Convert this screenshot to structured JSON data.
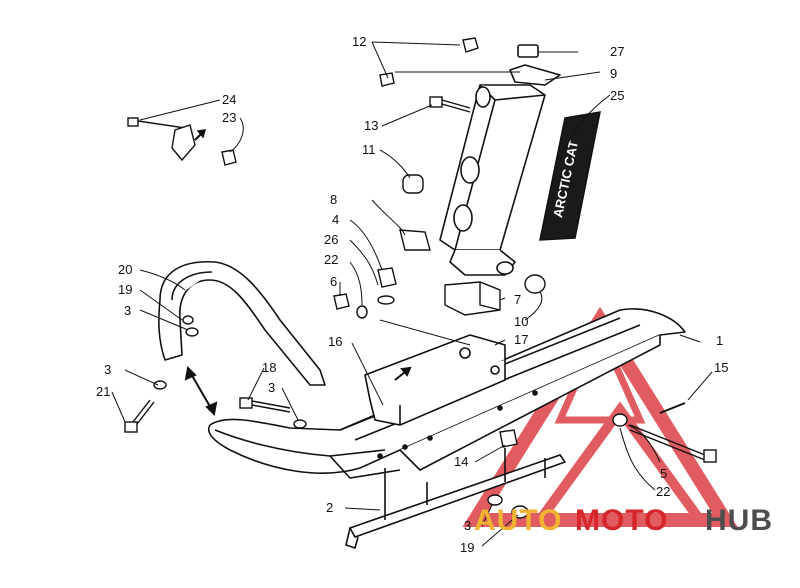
{
  "diagram": {
    "type": "exploded-parts-diagram",
    "colors": {
      "line": "#111111",
      "watermark_red": "#d7262b",
      "watermark_orange": "#f2b233",
      "watermark_gray": "#4d4d4d"
    },
    "callouts": {
      "c1": "1",
      "c2": "2",
      "c3a": "3",
      "c3b": "3",
      "c3c": "3",
      "c3d": "3",
      "c4": "4",
      "c5": "5",
      "c6": "6",
      "c7": "7",
      "c8": "8",
      "c9": "9",
      "c10": "10",
      "c11": "11",
      "c12": "12",
      "c13": "13",
      "c14": "14",
      "c15": "15",
      "c16": "16",
      "c17": "17",
      "c18": "18",
      "c19a": "19",
      "c19b": "19",
      "c20": "20",
      "c21": "21",
      "c22a": "22",
      "c22b": "22",
      "c23": "23",
      "c24": "24",
      "c25": "25",
      "c26": "26",
      "c27": "27"
    },
    "decal_text": "ARCTIC CAT"
  },
  "watermark": {
    "part1": "AUTO",
    "part2": "MOTO",
    "part3": "HUB"
  }
}
